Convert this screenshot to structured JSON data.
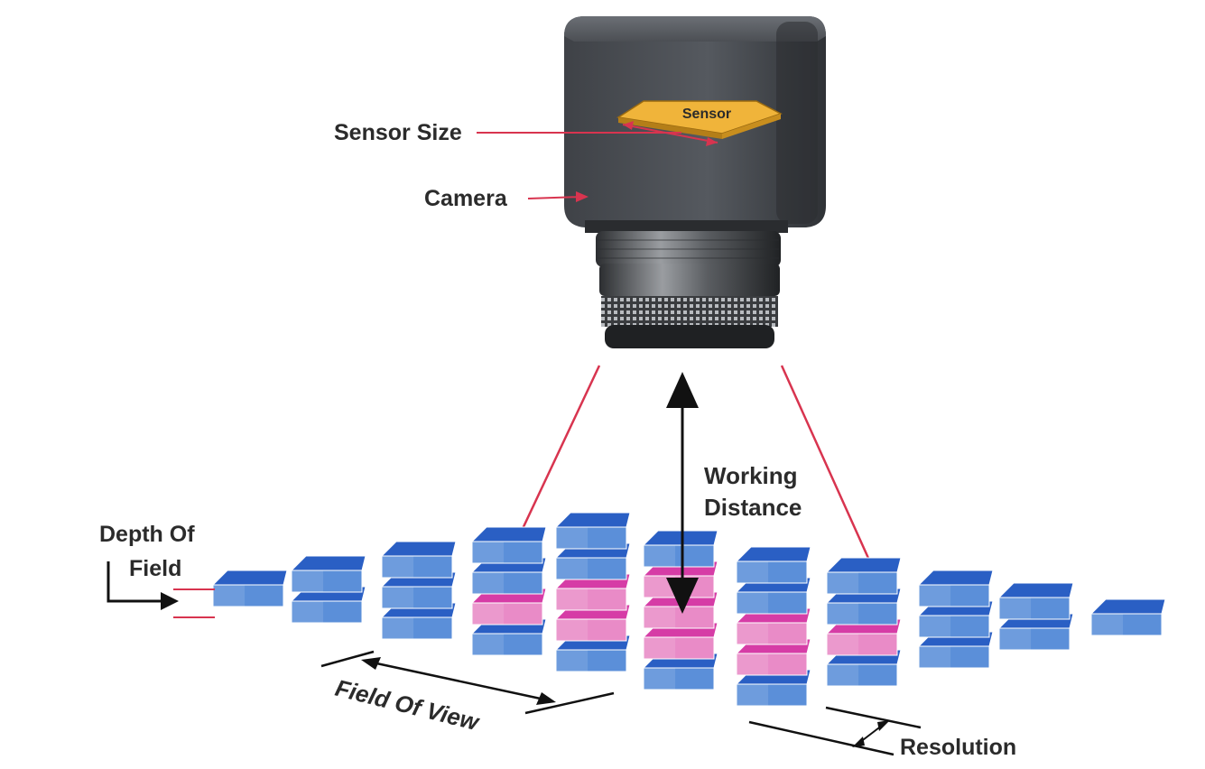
{
  "labels": {
    "sensor_size": "Sensor Size",
    "camera": "Camera",
    "sensor": "Sensor",
    "working_distance_line1": "Working",
    "working_distance_line2": "Distance",
    "depth_of_field_line1": "Depth Of",
    "depth_of_field_line2": "Field",
    "field_of_view": "Field Of View",
    "resolution": "Resolution"
  },
  "colors": {
    "camera_body": "#4a4d52",
    "sensor": "#f0b43a",
    "pointer_line": "#d8344f",
    "block_blue": "#5b8fd9",
    "block_blue_top": "#2a5fc4",
    "block_pink": "#e98bc7",
    "block_pink_top": "#d63ca6",
    "arrow": "#111111"
  },
  "stack_heights": [
    1,
    2,
    3,
    4,
    5,
    5,
    5,
    4,
    3,
    2,
    1
  ],
  "in_view": [
    [
      false
    ],
    [
      false,
      false
    ],
    [
      false,
      false,
      false
    ],
    [
      false,
      true,
      false,
      false
    ],
    [
      false,
      true,
      true,
      false,
      false
    ],
    [
      false,
      true,
      true,
      true,
      false
    ],
    [
      false,
      true,
      true,
      false,
      false
    ],
    [
      false,
      true,
      false,
      false
    ],
    [
      false,
      false,
      false
    ],
    [
      false,
      false
    ],
    [
      false
    ]
  ]
}
